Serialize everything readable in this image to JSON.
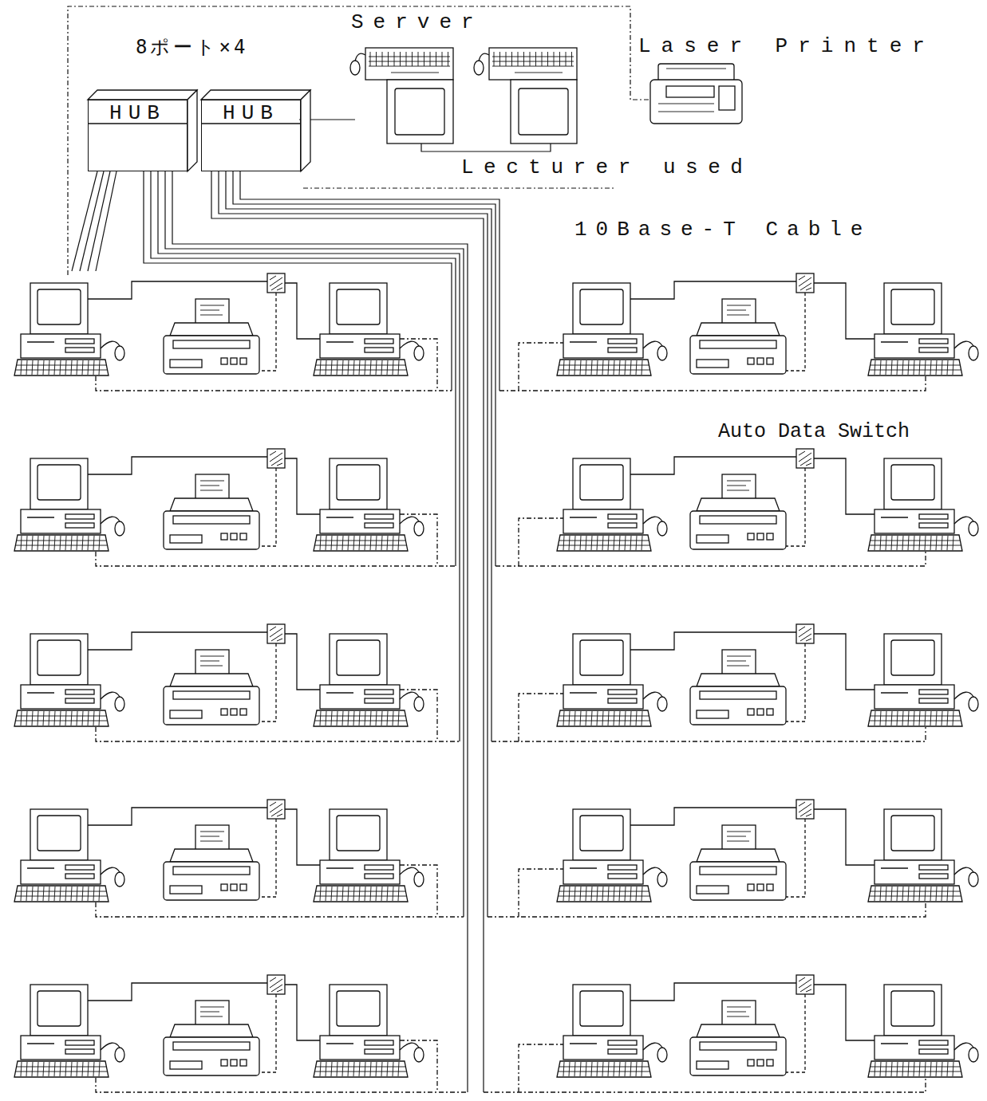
{
  "diagram": {
    "nodes": [
      {
        "text": [
          "HUB"
        ]
      },
      {
        "text": [
          "HUB"
        ]
      }
    ],
    "labels": [
      "Server",
      "Laser Printer",
      "8ポート×4",
      "Lecturer used",
      "10Base-T Cable",
      "Auto Data Switch"
    ]
  }
}
